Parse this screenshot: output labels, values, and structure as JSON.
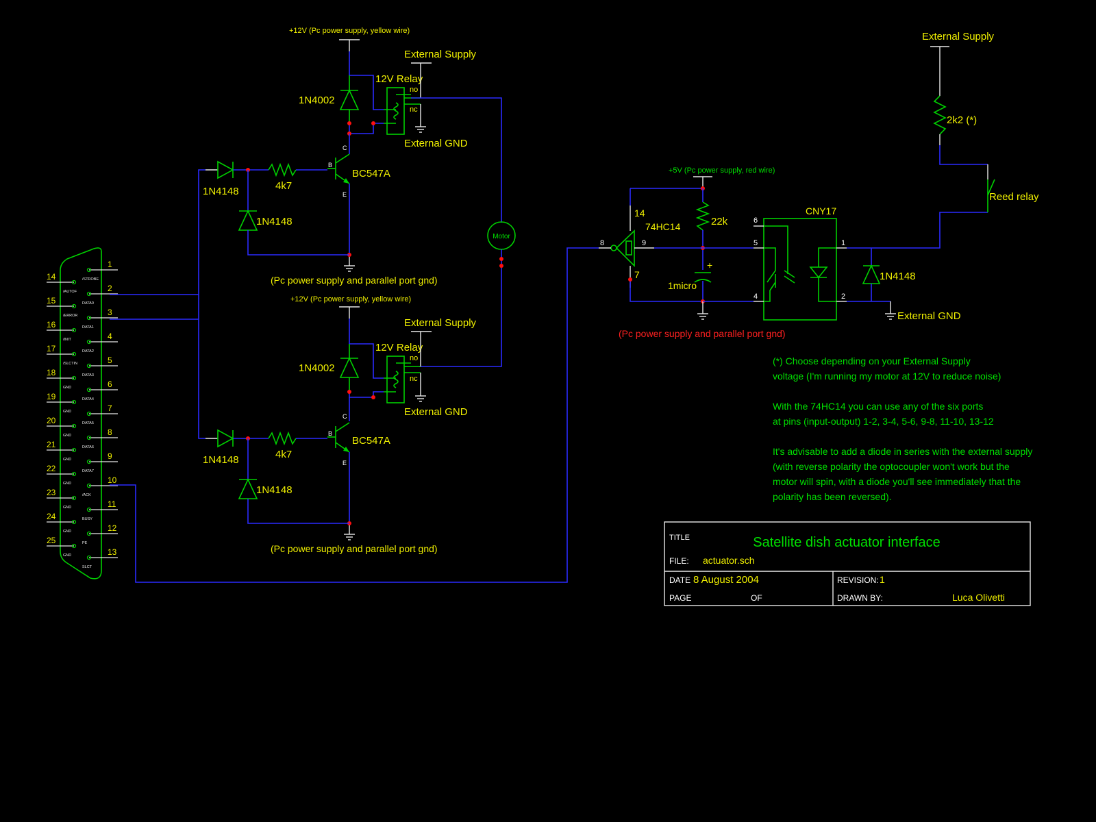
{
  "colors": {
    "background": "#000000",
    "wire": "#2b2bff",
    "component": "#00d000",
    "label": "#f0f000",
    "note": "#00e000",
    "warning": "#ff2020",
    "junction": "#ff1010"
  },
  "power": {
    "v12_top": "+12V (Pc power supply, yellow wire)",
    "v12_bottom": "+12V (Pc power supply, yellow wire)",
    "v5": "+5V (Pc power supply, red wire)",
    "ext_supply_top": "External Supply",
    "ext_supply_bottom": "External Supply",
    "ext_supply_right": "External Supply",
    "ext_gnd_top": "External GND",
    "ext_gnd_bottom": "External GND",
    "ext_gnd_right": "External GND",
    "pc_gnd_top": "(Pc power supply and parallel port gnd)",
    "pc_gnd_bottom": "(Pc power supply and parallel port gnd)",
    "pc_gnd_right": "(Pc power supply and parallel port gnd)"
  },
  "components": {
    "d1": "1N4002",
    "d2": "1N4002",
    "relay1": "12V Relay",
    "relay2": "12V Relay",
    "relay_no": "no",
    "relay_nc": "nc",
    "q1": "BC547A",
    "q2": "BC547A",
    "q_b": "B",
    "q_c": "C",
    "q_e": "E",
    "r1": "4k7",
    "r2": "4k7",
    "din1": "1N4148",
    "din2": "1N4148",
    "dclamp1": "1N4148",
    "dclamp2": "1N4148",
    "motor": "Motor",
    "ic": "74HC14",
    "ic_pin14": "14",
    "ic_pin8": "8",
    "ic_pin9": "9",
    "ic_pin7": "7",
    "r22k": "22k",
    "cap": "1micro",
    "cap_plus": "+",
    "opto": "CNY17",
    "opto_pin6": "6",
    "opto_pin5": "5",
    "opto_pin4": "4",
    "opto_pin1": "1",
    "opto_pin2": "2",
    "d_right": "1N4148",
    "r2k2": "2k2 (*)",
    "reed": "Reed relay"
  },
  "connector": {
    "left_pins": [
      "14",
      "15",
      "16",
      "17",
      "18",
      "19",
      "20",
      "21",
      "22",
      "23",
      "24",
      "25"
    ],
    "right_pins": [
      "1",
      "2",
      "3",
      "4",
      "5",
      "6",
      "7",
      "8",
      "9",
      "10",
      "11",
      "12",
      "13"
    ],
    "left_sigs": [
      "/AUTOF",
      "/ERROR",
      "/INIT",
      "/SLCTIN",
      "GND",
      "GND",
      "GND",
      "GND",
      "GND",
      "GND",
      "GND",
      "GND"
    ],
    "right_sigs": [
      "/STROBE",
      "DATA0",
      "DATA1",
      "DATA2",
      "DATA3",
      "DATA4",
      "DATA5",
      "DATA6",
      "DATA7",
      "/ACK",
      "BUSY",
      "PE",
      "SLCT"
    ]
  },
  "notes": {
    "n1": "(*) Choose depending on your External Supply",
    "n2": "voltage (I'm running my motor at 12V to reduce noise)",
    "n3": "With the 74HC14 you can use any of the six ports",
    "n4": "at pins (input-output) 1-2, 3-4, 5-6, 9-8, 11-10, 13-12",
    "n5": "It's advisable to add a diode in series with the external supply",
    "n6": "(with reverse polarity the optocoupler won't work but the",
    "n7": "motor will spin, with a diode you'll see immediately that the",
    "n8": "polarity has been reversed)."
  },
  "titleblock": {
    "title_label": "TITLE",
    "title": "Satellite dish actuator interface",
    "file_label": "FILE:",
    "file": "actuator.sch",
    "date_label": "DATE",
    "date": "8 August 2004",
    "revision_label": "REVISION:",
    "revision": "1",
    "page_label": "PAGE",
    "of_label": "OF",
    "drawn_label": "DRAWN BY:",
    "drawn": "Luca Olivetti"
  }
}
